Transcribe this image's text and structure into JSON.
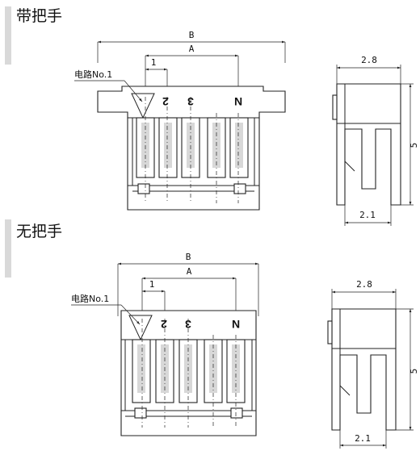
{
  "sections": [
    {
      "heading": "带把手",
      "front": {
        "label_b": "B",
        "label_a": "A",
        "label_pitch": "1",
        "circuit_label": "电路No.1",
        "pins": [
          "2",
          "3",
          "N"
        ]
      },
      "side": {
        "top_dim": "2.8",
        "height_dim": "5",
        "bottom_dim": "2.1"
      }
    },
    {
      "heading": "无把手",
      "front": {
        "label_b": "B",
        "label_a": "A",
        "label_pitch": "1",
        "circuit_label": "电路No.1",
        "pins": [
          "2",
          "3",
          "N"
        ]
      },
      "side": {
        "top_dim": "2.8",
        "height_dim": "5",
        "bottom_dim": "2.1"
      }
    }
  ],
  "colors": {
    "accent_bar": "#d9d9d9",
    "line": "#222222"
  }
}
